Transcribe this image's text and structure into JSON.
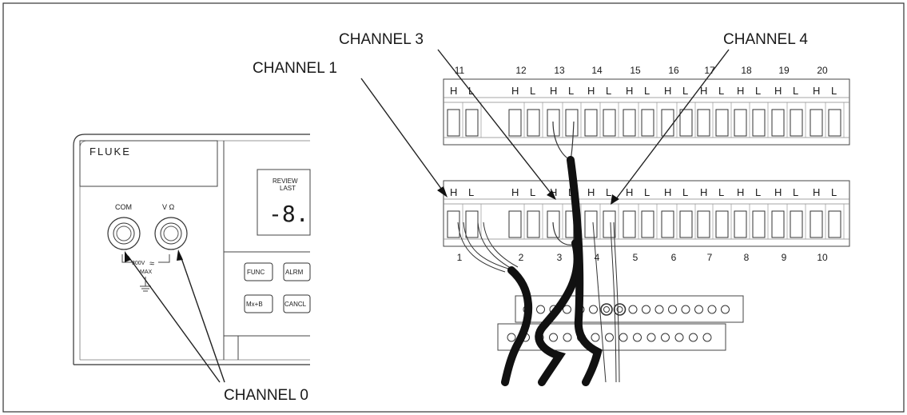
{
  "callouts": {
    "channel_0": "CHANNEL 0",
    "channel_1": "CHANNEL 1",
    "channel_3": "CHANNEL 3",
    "channel_4": "CHANNEL 4"
  },
  "meter": {
    "brand": "FLUKE",
    "review_label": "REVIEW",
    "last_label": "LAST",
    "display_reading": "-8.",
    "com_label": "COM",
    "volt_ohm_label": "V Ω",
    "max_rating": "300V",
    "max_label": "MAX",
    "buttons": [
      "FUNC",
      "ALRM",
      "Mx+B",
      "CANCL"
    ]
  },
  "upper_strip": {
    "channel_numbers": [
      "11",
      "12",
      "13",
      "14",
      "15",
      "16",
      "17",
      "18",
      "19",
      "20"
    ]
  },
  "lower_strip": {
    "channel_numbers": [
      "1",
      "2",
      "3",
      "4",
      "5",
      "6",
      "7",
      "8",
      "9",
      "10"
    ]
  },
  "terminal_letters": [
    "H",
    "L"
  ]
}
